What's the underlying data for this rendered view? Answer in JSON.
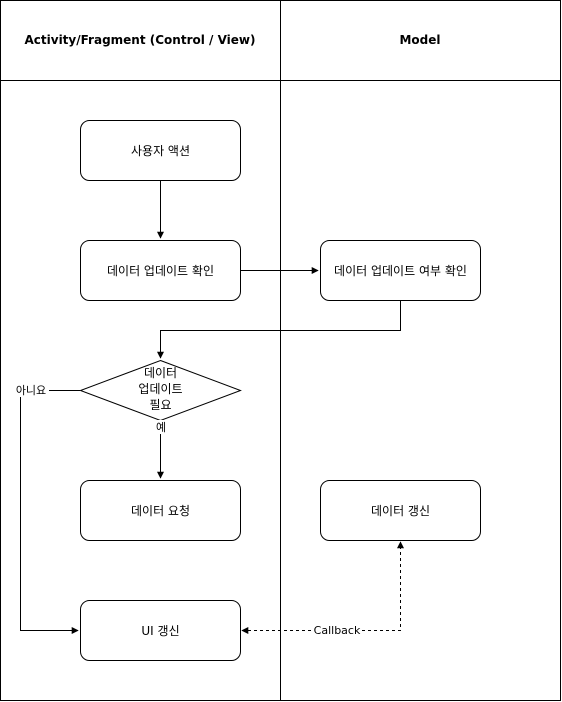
{
  "lanes": {
    "left_title": "Activity/Fragment (Control / View)",
    "right_title": "Model"
  },
  "nodes": {
    "user_action": "사용자 액션",
    "check_update": "데이터 업데이트 확인",
    "check_update_model": "데이터 업데이트 여부 확인",
    "decision_line1": "데이터",
    "decision_line2": "업데이트",
    "decision_line3": "필요",
    "data_request": "데이터 요청",
    "data_refresh": "데이터 갱신",
    "ui_refresh": "UI 갱신"
  },
  "edge_labels": {
    "yes": "예",
    "no": "아니요",
    "callback": "Callback"
  }
}
